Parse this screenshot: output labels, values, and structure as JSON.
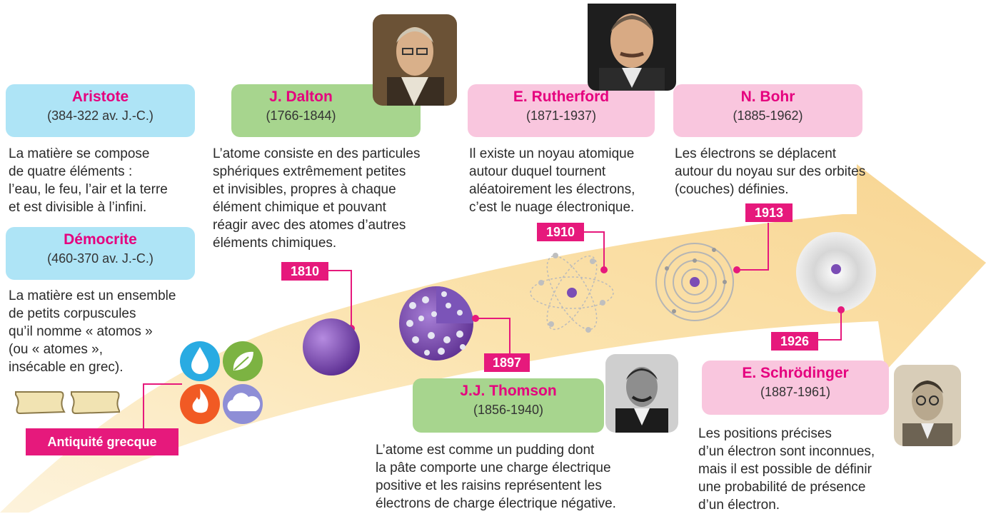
{
  "period_label": "Antiquité grecque",
  "scientists": [
    {
      "name": "Aristote",
      "dates": "(384-322 av. J.-C.)",
      "description": "La matière se compose\nde quatre éléments :\nl’eau, le feu, l’air et la terre\net est divisible à l’infini."
    },
    {
      "name": "Démocrite",
      "dates": "(460-370 av. J.-C.)",
      "description": "La matière est un ensemble\nde petits corpuscules\nqu’il nomme « atomos »\n(ou « atomes »,\ninsécable  en grec)."
    },
    {
      "name": "J. Dalton",
      "dates": "(1766-1844)",
      "year": "1810",
      "description": "L’atome consiste en des particules\nsphériques extrêmement petites\net invisibles, propres à chaque\nélément chimique et pouvant\nréagir avec des atomes d’autres\néléments chimiques."
    },
    {
      "name": "J.J. Thomson",
      "dates": "(1856-1940)",
      "year": "1897",
      "description": "L’atome est comme un pudding dont\nla pâte comporte une charge électrique\npositive et les raisins représentent les\nélectrons de charge électrique négative."
    },
    {
      "name": "E. Rutherford",
      "dates": "(1871-1937)",
      "year": "1910",
      "description": "Il existe un noyau atomique\nautour duquel tournent\naléatoirement les électrons,\nc’est le nuage électronique."
    },
    {
      "name": "N. Bohr",
      "dates": "(1885-1962)",
      "year": "1913",
      "description": "Les électrons se déplacent\nautour du noyau sur des orbites\n(couches) définies."
    },
    {
      "name": "E. Schrödinger",
      "dates": "(1887-1961)",
      "year": "1926",
      "description": "Les positions précises\nd’un électron sont inconnues,\nmais il est possible de définir\nune probabilité de présence\nd’un électron."
    }
  ],
  "elements": [
    {
      "icon": "water-drop-icon",
      "color": "#29abe2"
    },
    {
      "icon": "leaf-icon",
      "color": "#7cb342"
    },
    {
      "icon": "fire-icon",
      "color": "#f15a24"
    },
    {
      "icon": "cloud-icon",
      "color": "#8e8ed6"
    }
  ],
  "colors": {
    "accent": "#e6197c",
    "blue_box": "#aee4f6",
    "green_box": "#a7d58e",
    "pink_box": "#f9c6de",
    "arrow": "#fbe6b3",
    "atom": "#7b4db5"
  }
}
